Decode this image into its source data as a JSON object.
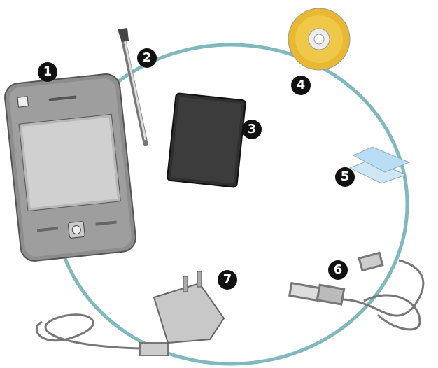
{
  "colors": {
    "ring": "#7fb9bd",
    "badge": "#111111",
    "disc": "#e8b830",
    "battery": "#2e2e2e",
    "phone": "#8a8a8a"
  },
  "items": [
    {
      "number": "1",
      "icon": "phone-icon"
    },
    {
      "number": "2",
      "icon": "stylus-icon"
    },
    {
      "number": "3",
      "icon": "battery-icon"
    },
    {
      "number": "4",
      "icon": "disc-icon"
    },
    {
      "number": "5",
      "icon": "screen-protector-icon"
    },
    {
      "number": "6",
      "icon": "usb-cable-icon"
    },
    {
      "number": "7",
      "icon": "charger-icon"
    }
  ]
}
